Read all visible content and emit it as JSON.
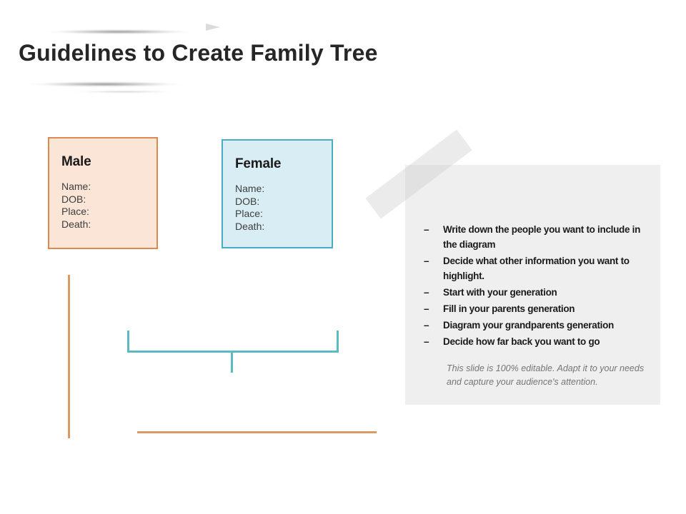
{
  "slide": {
    "title": "Guidelines to Create Family Tree"
  },
  "male_card": {
    "title": "Male",
    "fields": [
      "Name:",
      "DOB:",
      "Place:",
      "Death:"
    ]
  },
  "female_card": {
    "title": "Female",
    "fields": [
      "Name:",
      "DOB:",
      "Place:",
      "Death:"
    ]
  },
  "guidelines": {
    "marker": "–",
    "items": [
      "Write down the people you want to include in the diagram",
      "Decide what other information you want to highlight.",
      "Start with your generation",
      "Fill in your parents generation",
      "Diagram your grandparents generation",
      "Decide how far back you want to go"
    ],
    "note": "This slide is 100% editable. Adapt it to your needs and capture your audience's attention."
  },
  "colors": {
    "title_text": "#262626",
    "male_border": "#DD8A50",
    "male_fill": "#FBE5D6",
    "female_border": "#4BACC6",
    "female_fill": "#D9EEF4",
    "panel_bg": "#EFEFEF",
    "line_orange": "#DB9A63",
    "line_teal": "#5CBAC3"
  }
}
